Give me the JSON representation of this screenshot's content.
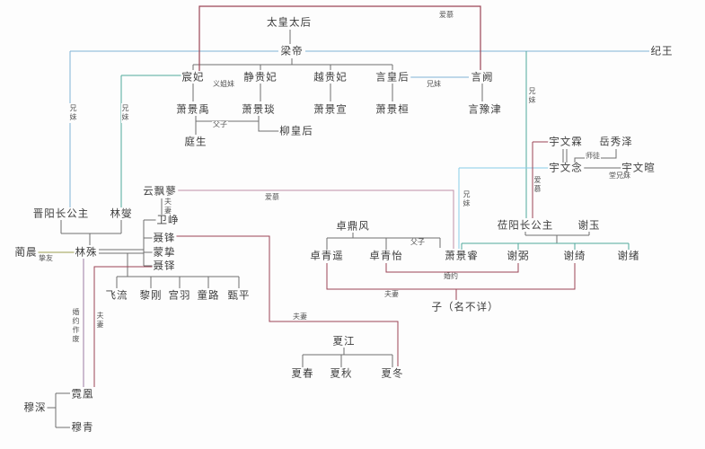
{
  "colors": {
    "structure": "#6e6e6e",
    "blue": "#7fb3d5",
    "teal": "#4fa99b",
    "lightblue": "#86cde8",
    "maroon": "#9c4455",
    "pink": "#c08ea6",
    "purple": "#9b7ba2",
    "olive": "#9a9d4f"
  },
  "people": {
    "taihuangtaihou": "太皇太后",
    "liangdi": "梁帝",
    "jiwang": "纪王",
    "chenfei": "宸妃",
    "jingguifei": "静贵妃",
    "yueguifei": "越贵妃",
    "yanhuanghou": "言皇后",
    "yanque": "言阙",
    "xiaojingyu": "萧景禹",
    "xiaojingyan": "萧景琰",
    "xiaojingxuan": "萧景宣",
    "xiaojinghuan": "萧景桓",
    "yanyujin": "言豫津",
    "liuhuanghou": "柳皇后",
    "tingsheng": "庭生",
    "yuwenlin": "宇文霖",
    "yuexiuze": "岳秀泽",
    "yuwennian": "宇文念",
    "yuwenxuan": "宇文暄",
    "jinyangzhanggongzhu": "晋阳长公主",
    "linxie": "林燮",
    "yunpiaoliao": "云飘蓼",
    "weizheng": "卫峥",
    "linchen": "蔺晨",
    "linshu": "林殊",
    "niefeng": "聂锋",
    "mengzhi": "蒙挚",
    "nieduo": "聂铎",
    "feiliu": "飞流",
    "ligang": "黎刚",
    "gongyu": "宫羽",
    "tonglu": "童路",
    "zhenping": "甄平",
    "nihuang": "霓凰",
    "mushen": "穆深",
    "muqing": "穆青",
    "zhuodingfeng": "卓鼎风",
    "zhuoqingyao": "卓青遥",
    "zhuoqingyi": "卓青怡",
    "xiaojingrui": "萧景睿",
    "liyangzhanggongzhu": "莅阳长公主",
    "xieyu": "谢玉",
    "xiebi": "谢弼",
    "xieqi": "谢绮",
    "xiexu": "谢绪",
    "son_unknown": "子（名不详）",
    "xiajiang": "夏江",
    "xiachun": "夏春",
    "xiaqiu": "夏秋",
    "xiadong": "夏冬"
  },
  "labels": {
    "aimu": "爱慕",
    "xiongmei": "兄妹",
    "fuqi": "夫妻",
    "fuzi": "父子",
    "yijiemei": "义姐妹",
    "shitu": "师徒",
    "tangxiongmei": "堂兄妹",
    "hunyue": "婚约",
    "hunyuezuofei": "婚约作废",
    "zhiyou": "挚友",
    "fu": "夫",
    "qi": "妻"
  }
}
